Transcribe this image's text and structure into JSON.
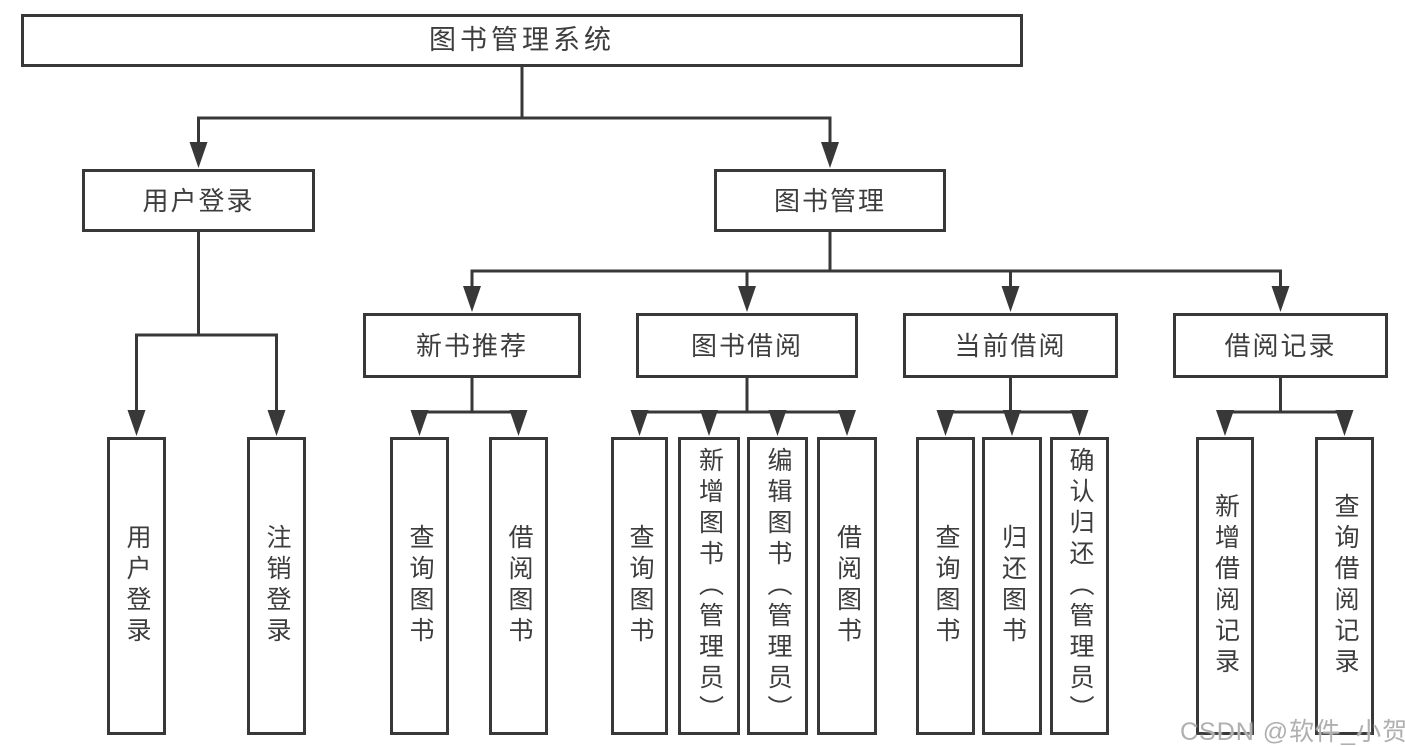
{
  "tree": {
    "label": "图书管理系统",
    "children": [
      {
        "label": "用户登录",
        "children": [
          {
            "label": "用户登录"
          },
          {
            "label": "注销登录"
          }
        ]
      },
      {
        "label": "图书管理",
        "children": [
          {
            "label": "新书推荐",
            "children": [
              {
                "label": "查询图书"
              },
              {
                "label": "借阅图书"
              }
            ]
          },
          {
            "label": "图书借阅",
            "children": [
              {
                "label": "查询图书"
              },
              {
                "label": "新增图书（管理员）"
              },
              {
                "label": "编辑图书（管理员）"
              },
              {
                "label": "借阅图书"
              }
            ]
          },
          {
            "label": "当前借阅",
            "children": [
              {
                "label": "查询图书"
              },
              {
                "label": "归还图书"
              },
              {
                "label": "确认归还（管理员）"
              }
            ]
          },
          {
            "label": "借阅记录",
            "children": [
              {
                "label": "新增借阅记录"
              },
              {
                "label": "查询借阅记录"
              }
            ]
          }
        ]
      }
    ]
  },
  "watermark": {
    "text": "CSDN @软件_小贺同学"
  },
  "colors": {
    "line": "#383838",
    "text": "#3d3d3d",
    "background": "#ffffff",
    "watermark": "#b0b0b0"
  }
}
